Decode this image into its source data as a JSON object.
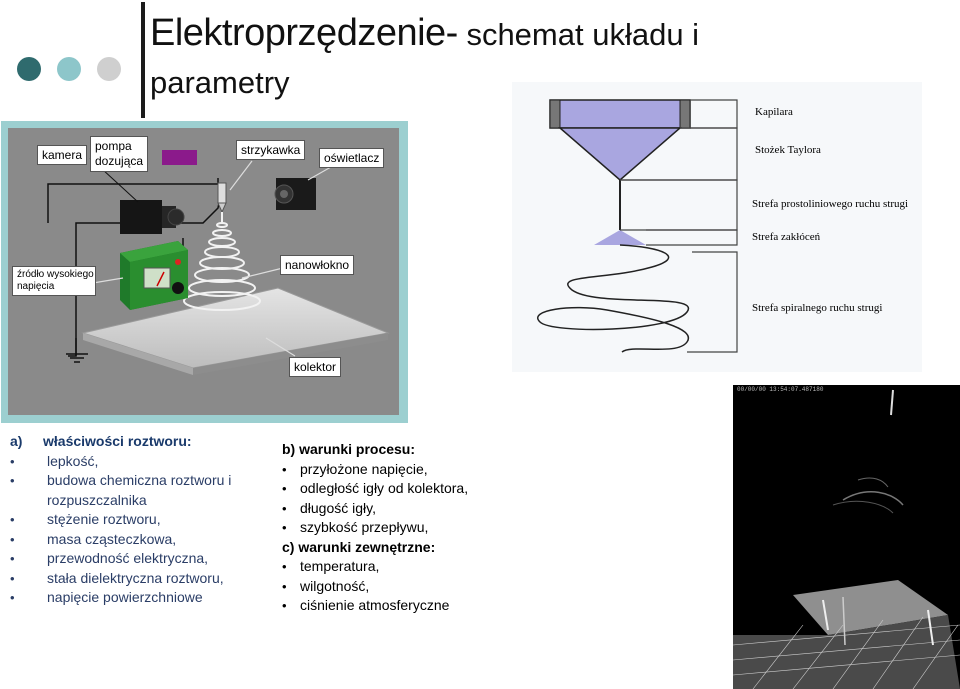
{
  "slide": {
    "title_main": "Elektroprzędzenie-",
    "title_rest": " schemat układu i",
    "title_line2": "parametry",
    "dot_colors": [
      "#2f6b6e",
      "#8dc6ca",
      "#cfcfcf"
    ]
  },
  "schematic_labels": {
    "camera": "kamera",
    "pump_line1": "pompa",
    "pump_line2": "dozująca",
    "syringe": "strzykawka",
    "lighting": "oświetlacz",
    "hv_line1": "źródło wysokiego",
    "hv_line2": "napięcia",
    "nanofiber": "nanowłokno",
    "collector": "kolektor",
    "pump_color": "#8b1a8b"
  },
  "taylor_labels": {
    "capillary": "Kapilara",
    "cone": "Stożek Taylora",
    "straight_zone": "Strefa prostoliniowego ruchu strugi",
    "disturbance_zone": "Strefa zakłóceń",
    "spiral_zone": "Strefa spiralnego ruchu strugi"
  },
  "section_a": {
    "marker": "a)",
    "header": "właściwości roztworu:",
    "items": [
      "lepkość,",
      "budowa chemiczna roztworu i rozpuszczalnika",
      "stężenie roztworu,",
      "masa cząsteczkowa,",
      "przewodność elektryczna,",
      "stała dielektryczna roztworu,",
      "napięcie powierzchniowe"
    ]
  },
  "section_b": {
    "header": "b) warunki procesu:",
    "items": [
      "przyłożone napięcie,",
      "odległość igły od  kolektora,",
      "długość igły,",
      "szybkość przepływu,"
    ]
  },
  "section_c": {
    "header": "c) warunki zewnętrzne:",
    "items": [
      "temperatura,",
      "wilgotność,",
      "ciśnienie atmosferyczne"
    ]
  },
  "photo": {
    "caption": "00/00/00 13:54:07.487180"
  }
}
